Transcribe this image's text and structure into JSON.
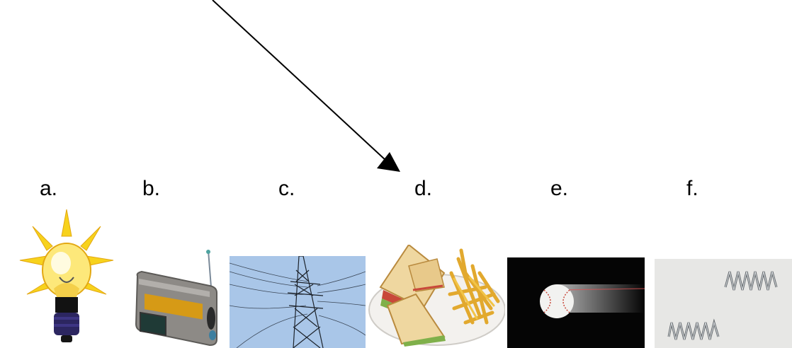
{
  "labels": [
    "a.",
    "b.",
    "c.",
    "d.",
    "e.",
    "f."
  ],
  "images": [
    {
      "id": "a",
      "icon": "lightbulb-icon"
    },
    {
      "id": "b",
      "icon": "radio-icon"
    },
    {
      "id": "c",
      "icon": "power-line-tower-icon"
    },
    {
      "id": "d",
      "icon": "sandwich-fries-plate-icon"
    },
    {
      "id": "e",
      "icon": "moving-baseball-icon"
    },
    {
      "id": "f",
      "icon": "metal-springs-icon"
    }
  ],
  "colors": {
    "bulb_yellow": "#f7d21c",
    "bulb_base": "#2c2660",
    "radio_body": "#8d8a86",
    "radio_panel": "#d69a16",
    "sky": "#a9c6e8",
    "plate": "#f3f1ee",
    "fries": "#f2c447",
    "baseball_bg": "#050505",
    "springs_bg": "#e7e7e5"
  }
}
